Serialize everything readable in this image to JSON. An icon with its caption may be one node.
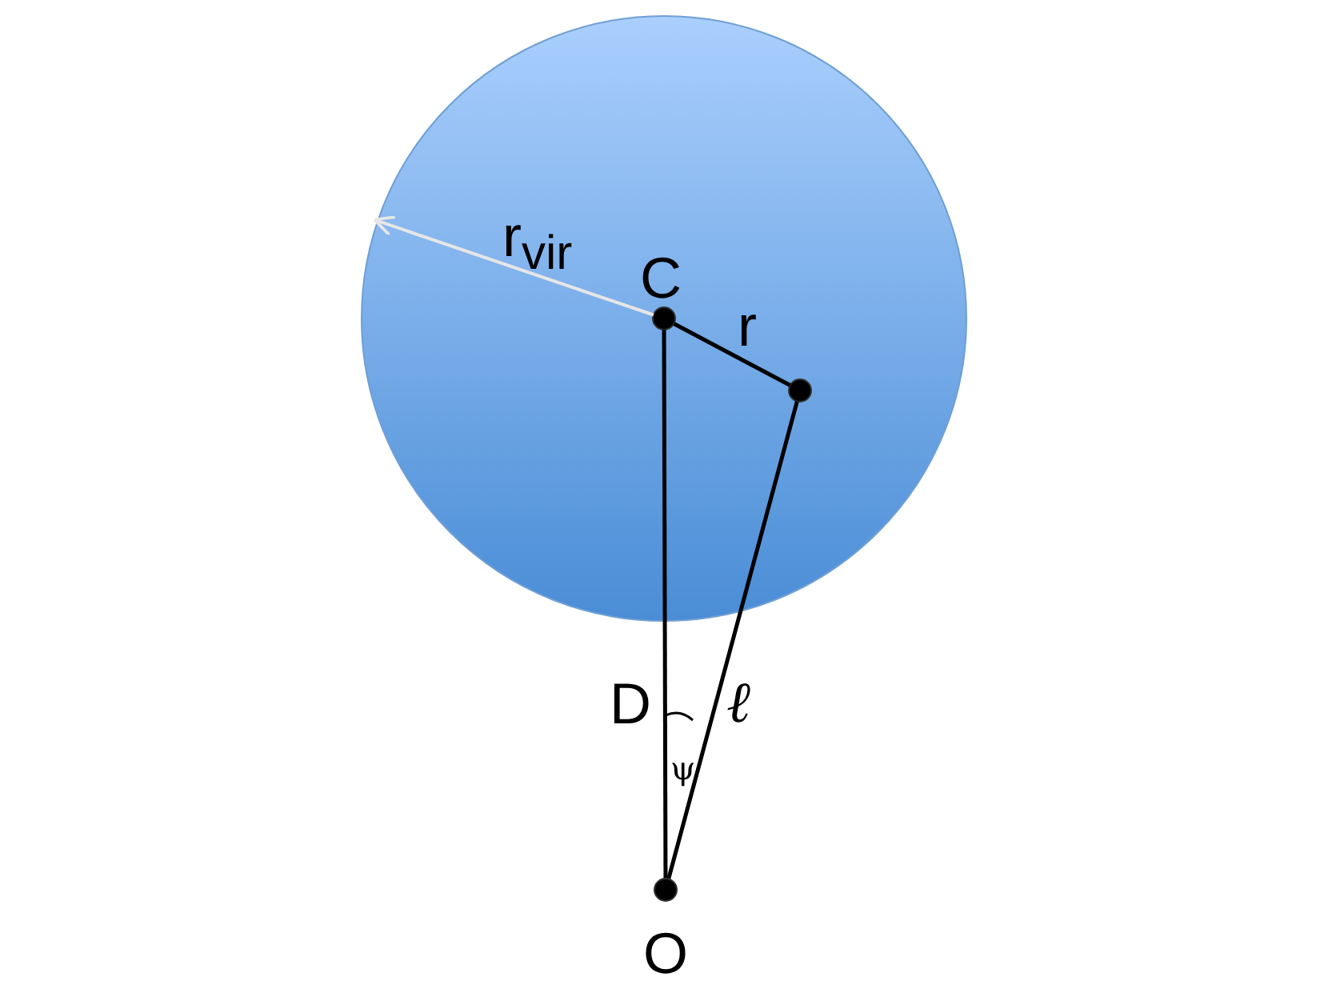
{
  "diagram": {
    "nodes": [
      {
        "text": [],
        "shape": "circle"
      },
      {
        "text": [
          "C"
        ],
        "in": 0
      },
      {
        "text": [],
        "shape": "circle",
        "in": 0
      },
      {
        "text": [
          "O"
        ]
      }
    ],
    "edges": [
      {
        "from": 1,
        "to": 0,
        "arrow": "to",
        "label": "r$_{vir}$",
        "color": "#e6e6e6"
      },
      {
        "from": 1,
        "to": 2,
        "arrow": "none",
        "label": "r"
      },
      {
        "from": 1,
        "to": 3,
        "arrow": "none",
        "label": "D"
      },
      {
        "from": 2,
        "to": 3,
        "arrow": "none",
        "label": "ℓ"
      }
    ],
    "labels": [
      "ψ"
    ]
  }
}
